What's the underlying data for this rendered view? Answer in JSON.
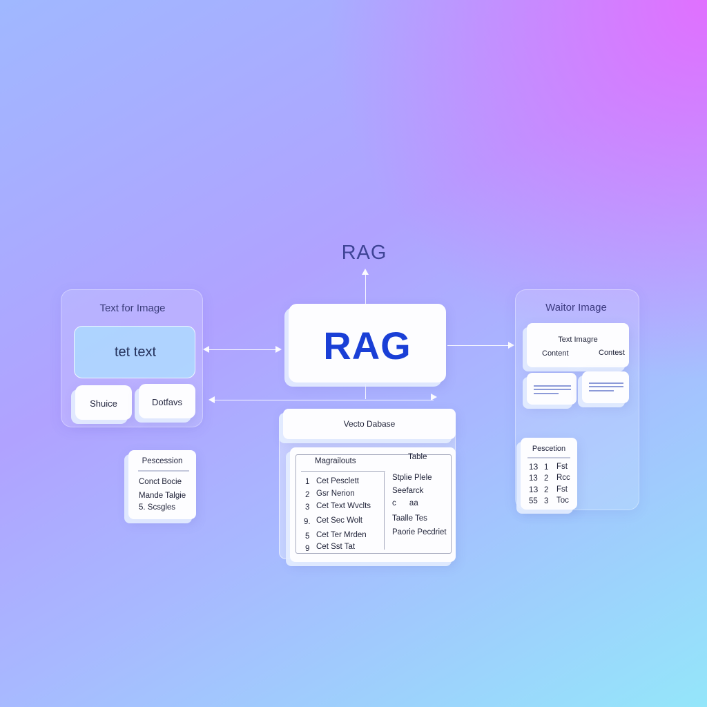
{
  "top_label": "RAG",
  "center": {
    "title": "RAG"
  },
  "left_panel": {
    "title": "Text for Image",
    "input_text": "tet text",
    "buttons": [
      "Shuice",
      "Dotfavs"
    ]
  },
  "left_small": {
    "title": "Pescession",
    "items": [
      "Conct Bocie",
      "Mande Talgie",
      "5. Scsgles"
    ]
  },
  "right_panel": {
    "title": "Waitor Image",
    "card_title": "Text Imagre",
    "card_left": "Content",
    "card_right": "Contest"
  },
  "right_small": {
    "title": "Pescetion",
    "rows": [
      [
        "1З",
        "1",
        "Fst"
      ],
      [
        "13",
        "2",
        "Rcc"
      ],
      [
        "1З",
        "2",
        "Fst"
      ],
      [
        "55",
        "3",
        "Toc"
      ]
    ]
  },
  "db": {
    "title": "Vecto Dabase",
    "col_left": "Magrailouts",
    "col_right": "Table",
    "left_rows": [
      [
        "1",
        "Cet Pesclett"
      ],
      [
        "2",
        "Gsr Nerion"
      ],
      [
        "3",
        "Cet Text Wvclts"
      ],
      [
        "9.",
        "Cet Sec Wolt"
      ],
      [
        "5",
        "Cet Ter Mrden"
      ],
      [
        "9",
        "Cet Sst Tat"
      ]
    ],
    "right_rows": [
      "Stplie Plele",
      "Seefarck",
      "c      aa",
      "Taalle Tes",
      "Paorie Pecdriet"
    ]
  },
  "colors": {
    "accent": "#1a3fd6",
    "title": "#3a3c7a"
  }
}
